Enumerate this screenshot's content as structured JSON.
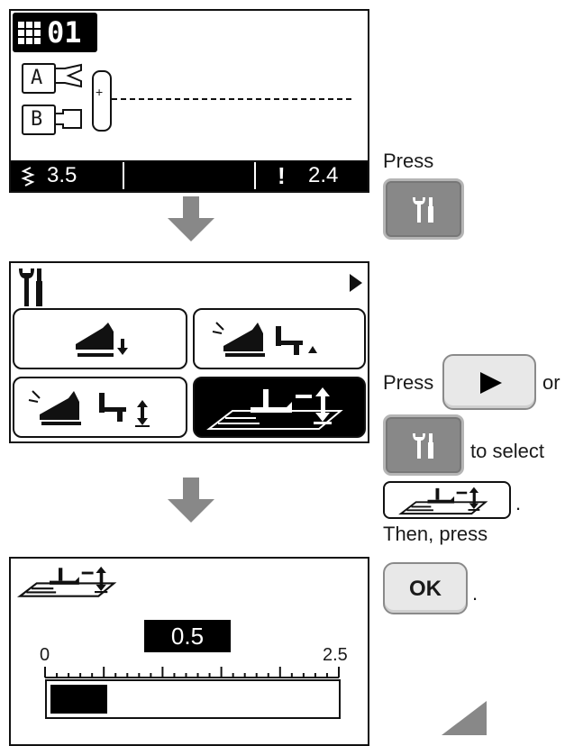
{
  "screen1": {
    "pattern_number": "01",
    "label_a": "A",
    "label_b": "B",
    "stitch_width": "3.5",
    "stitch_length": "2.4",
    "length_symbol": "!"
  },
  "screen3": {
    "value": "0.5",
    "scale_min": "0",
    "scale_max": "2.5",
    "level_fraction": 0.2
  },
  "instructions": {
    "press1": "Press",
    "press2": "Press",
    "or": "or",
    "to_select": "to select",
    "period1": ".",
    "then_press": "Then, press",
    "period2": ".",
    "ok_label": "OK"
  },
  "colors": {
    "button_grey": "#888888",
    "arrow_grey": "#888888",
    "lcd_black": "#000000"
  }
}
